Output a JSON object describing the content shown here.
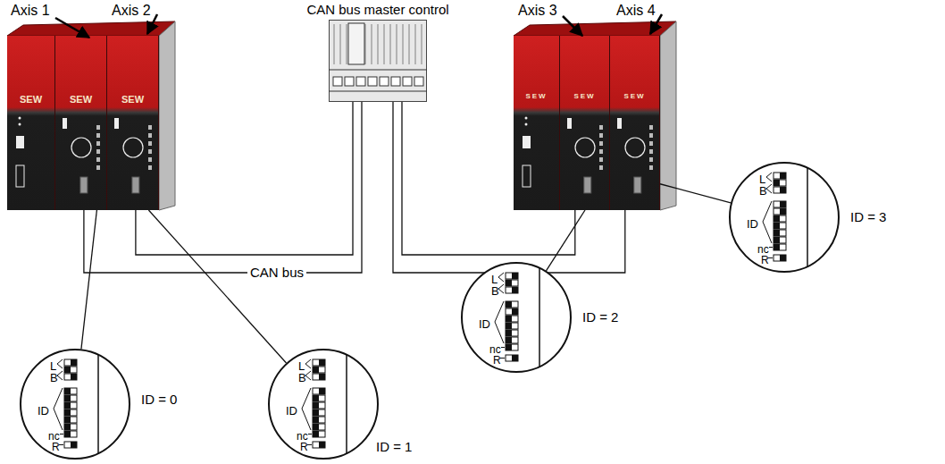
{
  "diagram": {
    "nodes": [
      {
        "text": [
          "SEW"
        ]
      },
      {
        "text": [
          "SEW",
          "Axis 1"
        ]
      },
      {
        "text": [
          "SEW",
          "Axis 2"
        ]
      },
      {
        "text": [
          "CAN bus master control"
        ]
      },
      {
        "text": [
          "SEW"
        ]
      },
      {
        "text": [
          "SEW",
          "Axis 3"
        ]
      },
      {
        "text": [
          "SEW",
          "Axis 4"
        ]
      },
      {
        "text": [
          "L",
          "B",
          "ID",
          "nc",
          "R",
          "ID = 0"
        ]
      },
      {
        "text": [
          "L",
          "B",
          "ID",
          "nc",
          "R",
          "ID = 1"
        ]
      },
      {
        "text": [
          "L",
          "B",
          "ID",
          "nc",
          "R",
          "ID = 2"
        ]
      },
      {
        "text": [
          "L",
          "B",
          "ID",
          "nc",
          "R",
          "ID = 3"
        ]
      }
    ],
    "edges": [
      {
        "from": 1,
        "to": 3,
        "arrow": "none",
        "label": "CAN bus"
      },
      {
        "from": 2,
        "to": 3,
        "arrow": "none"
      },
      {
        "from": 5,
        "to": 3,
        "arrow": "none"
      },
      {
        "from": 6,
        "to": 3,
        "arrow": "none"
      },
      {
        "from": 1,
        "to": 7,
        "arrow": "none"
      },
      {
        "from": 2,
        "to": 8,
        "arrow": "none"
      },
      {
        "from": 5,
        "to": 9,
        "arrow": "none"
      },
      {
        "from": 6,
        "to": 10,
        "arrow": "none"
      }
    ]
  }
}
